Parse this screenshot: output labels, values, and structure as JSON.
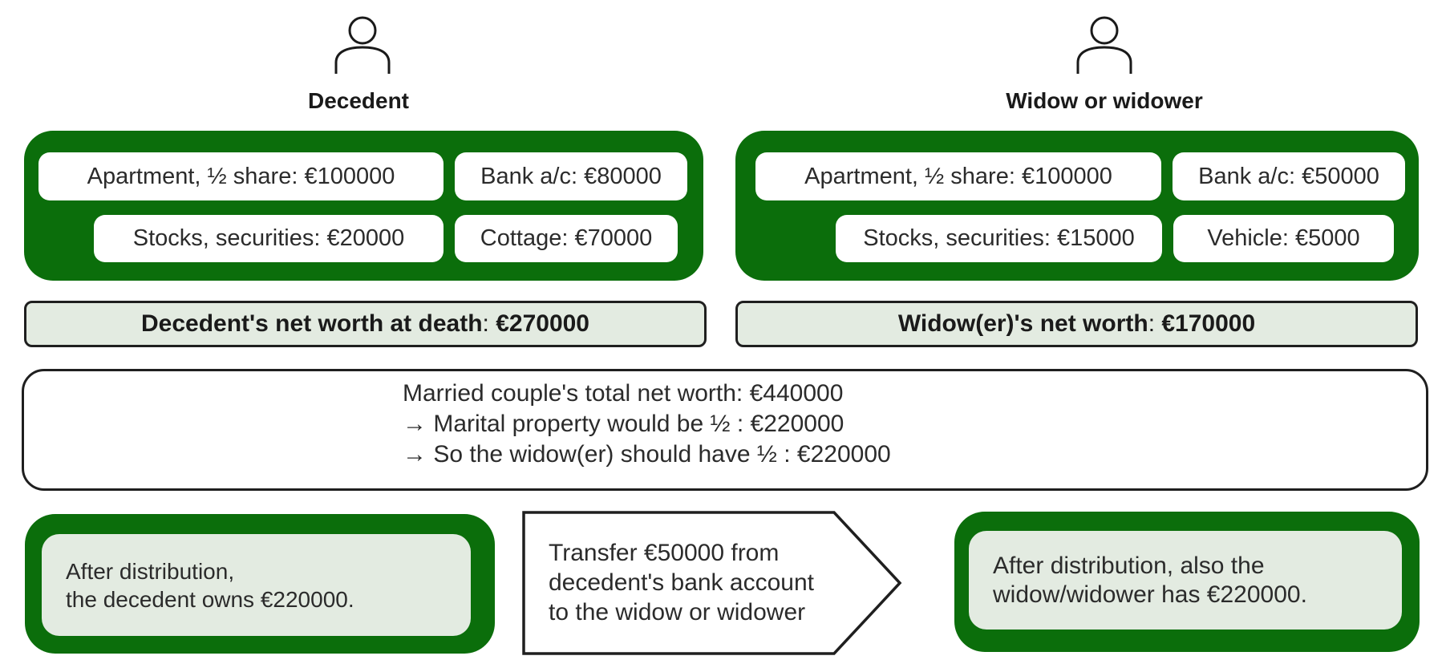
{
  "colors": {
    "green": "#0b6e0b",
    "light_green": "#e3ebe1",
    "border": "#1f1f1f"
  },
  "decedent": {
    "title": "Decedent",
    "assets": [
      "Apartment, ½ share: €100000",
      "Bank a/c: €80000",
      "Stocks, securities: €20000",
      "Cottage: €70000"
    ],
    "net_worth": {
      "label": "Decedent's net worth at death",
      "sep": ": ",
      "value": "€270000"
    }
  },
  "widow": {
    "title": "Widow or widower",
    "assets": [
      "Apartment, ½ share: €100000",
      "Bank a/c: €50000",
      "Stocks, securities: €15000",
      "Vehicle: €5000"
    ],
    "net_worth": {
      "label": "Widow(er)'s net worth",
      "sep": ": ",
      "value": "€170000"
    }
  },
  "summary": {
    "text": "Married couple's total net worth: €440000\n→ Marital property would be ½ : €220000\n→ So the widow(er) should have ½ : €220000"
  },
  "outcome": {
    "decedent_text": "After distribution,\nthe decedent owns €220000.",
    "transfer_text": "Transfer €50000 from\ndecedent's bank account\nto the widow or widower",
    "widow_text": "After distribution, also the\nwidow/widower has €220000."
  }
}
